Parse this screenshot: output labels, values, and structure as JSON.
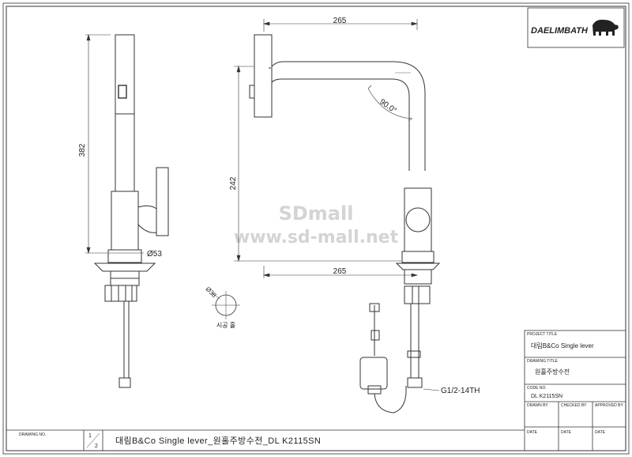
{
  "logo": {
    "text": "DAELIMBATH"
  },
  "watermark": {
    "line1": "SDmall",
    "line2": "www.sd-mall.net"
  },
  "dimensions": {
    "top_width": "265",
    "bottom_width": "265",
    "left_height": "382",
    "mid_height": "242",
    "base_diameter": "Ø53",
    "bend_angle": "90.0°",
    "thread": "G1/2-14TH"
  },
  "install_hole": {
    "diameter": "Ø38",
    "label": "시공 홀"
  },
  "title_block": {
    "project_title_label": "PROJECT TITLE",
    "project_title": "대림B&Co Single lever",
    "drawing_title_label": "DRAWING TITLE",
    "drawing_title": "원홀주방수전",
    "code_no_label": "CODE NO.",
    "code_no": "DL K2115SN",
    "drawn_by_label": "DRAWN BY",
    "checked_by_label": "CHECKED BY",
    "approved_by_label": "APPROVED BY",
    "date_label": "DATE"
  },
  "footer": {
    "drawing_no_label": "DRAWING NO.",
    "sheet_num": "1",
    "sheet_den": "2",
    "description": "대림B&Co Single lever_원홀주방수전_DL K2115SN"
  }
}
